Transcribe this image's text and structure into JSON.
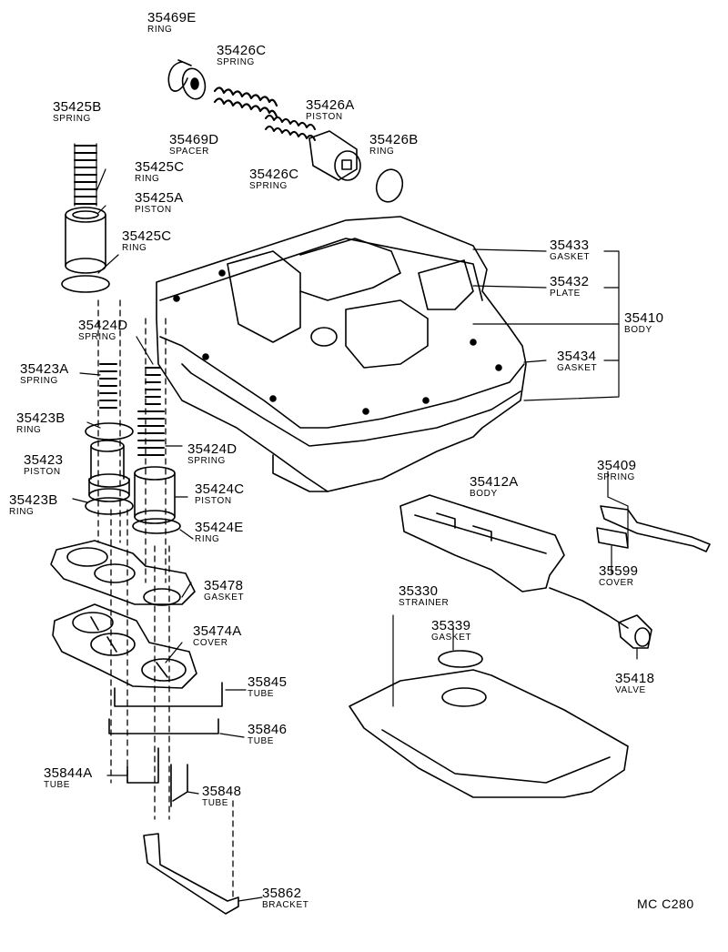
{
  "diagram_code": "MC C280",
  "parts": [
    {
      "id": "p35469E",
      "number": "35469E",
      "name": "RING"
    },
    {
      "id": "p35426C_top",
      "number": "35426C",
      "name": "SPRING"
    },
    {
      "id": "p35425B",
      "number": "35425B",
      "name": "SPRING"
    },
    {
      "id": "p35426A",
      "number": "35426A",
      "name": "PISTON"
    },
    {
      "id": "p35469D",
      "number": "35469D",
      "name": "SPACER"
    },
    {
      "id": "p35426B",
      "number": "35426B",
      "name": "RING"
    },
    {
      "id": "p35425C_top",
      "number": "35425C",
      "name": "RING"
    },
    {
      "id": "p35426C_mid",
      "number": "35426C",
      "name": "SPRING"
    },
    {
      "id": "p35425A",
      "number": "35425A",
      "name": "PISTON"
    },
    {
      "id": "p35425C_bot",
      "number": "35425C",
      "name": "RING"
    },
    {
      "id": "p35433",
      "number": "35433",
      "name": "GASKET"
    },
    {
      "id": "p35432",
      "number": "35432",
      "name": "PLATE"
    },
    {
      "id": "p35410",
      "number": "35410",
      "name": "BODY"
    },
    {
      "id": "p35424D_top",
      "number": "35424D",
      "name": "SPRING"
    },
    {
      "id": "p35434",
      "number": "35434",
      "name": "GASKET"
    },
    {
      "id": "p35423A",
      "number": "35423A",
      "name": "SPRING"
    },
    {
      "id": "p35423B_top",
      "number": "35423B",
      "name": "RING"
    },
    {
      "id": "p35424D_bot",
      "number": "35424D",
      "name": "SPRING"
    },
    {
      "id": "p35423",
      "number": "35423",
      "name": "PISTON"
    },
    {
      "id": "p35409",
      "number": "35409",
      "name": "SPRING"
    },
    {
      "id": "p35412A",
      "number": "35412A",
      "name": "BODY"
    },
    {
      "id": "p35424C",
      "number": "35424C",
      "name": "PISTON"
    },
    {
      "id": "p35423B_bot",
      "number": "35423B",
      "name": "RING"
    },
    {
      "id": "p35424E",
      "number": "35424E",
      "name": "RING"
    },
    {
      "id": "p35599",
      "number": "35599",
      "name": "COVER"
    },
    {
      "id": "p35478",
      "number": "35478",
      "name": "GASKET"
    },
    {
      "id": "p35330",
      "number": "35330",
      "name": "STRAINER"
    },
    {
      "id": "p35339",
      "number": "35339",
      "name": "GASKET"
    },
    {
      "id": "p35474A",
      "number": "35474A",
      "name": "COVER"
    },
    {
      "id": "p35418",
      "number": "35418",
      "name": "VALVE"
    },
    {
      "id": "p35845",
      "number": "35845",
      "name": "TUBE"
    },
    {
      "id": "p35846",
      "number": "35846",
      "name": "TUBE"
    },
    {
      "id": "p35844A",
      "number": "35844A",
      "name": "TUBE"
    },
    {
      "id": "p35848",
      "number": "35848",
      "name": "TUBE"
    },
    {
      "id": "p35862",
      "number": "35862",
      "name": "BRACKET"
    }
  ]
}
